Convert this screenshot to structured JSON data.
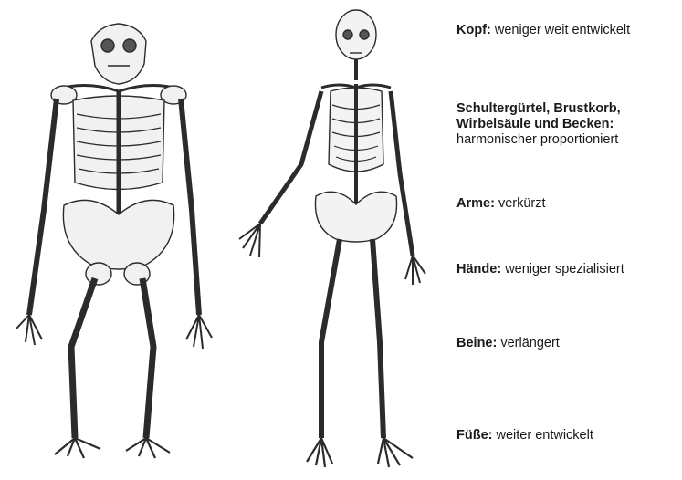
{
  "labels": [
    {
      "term": "Kopf:",
      "desc": "weniger weit entwickelt"
    },
    {
      "term": "Schultergürtel, Brustkorb,",
      "term2": "Wirbelsäule und Becken:",
      "desc": "harmonischer proportioniert"
    },
    {
      "term": "Arme:",
      "desc": "verkürzt"
    },
    {
      "term": "Hände:",
      "desc": "weniger spezialisiert"
    },
    {
      "term": "Beine:",
      "desc": "verlängert"
    },
    {
      "term": "Füße:",
      "desc": "weiter entwickelt"
    }
  ],
  "illustrations": {
    "left": "gorilla-skeleton-illustration",
    "right": "human-skeleton-illustration"
  }
}
